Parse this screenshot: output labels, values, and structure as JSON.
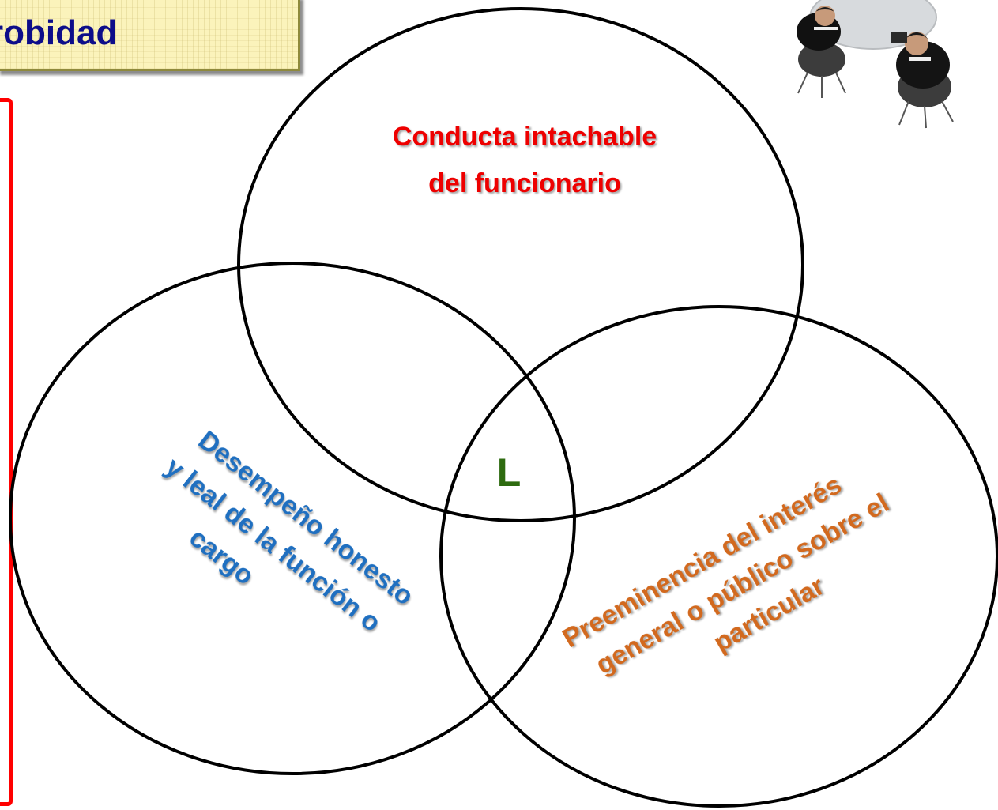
{
  "title": {
    "text": "robidad"
  },
  "venn": {
    "top_circle": {
      "lines": [
        "Conducta intachable",
        "del funcionario"
      ],
      "color": "#ee0000"
    },
    "left_circle": {
      "lines": [
        "Desempeño honesto",
        "y leal de la función o",
        "cargo"
      ],
      "color": "#1f6fc0"
    },
    "right_circle": {
      "lines": [
        "Preeminencia del interés",
        "general o público sobre el",
        "particular"
      ],
      "color": "#d2691e"
    },
    "center": {
      "text": "L",
      "color": "#2e6b10"
    }
  },
  "photo": {
    "icon": "business-meeting-photo"
  }
}
